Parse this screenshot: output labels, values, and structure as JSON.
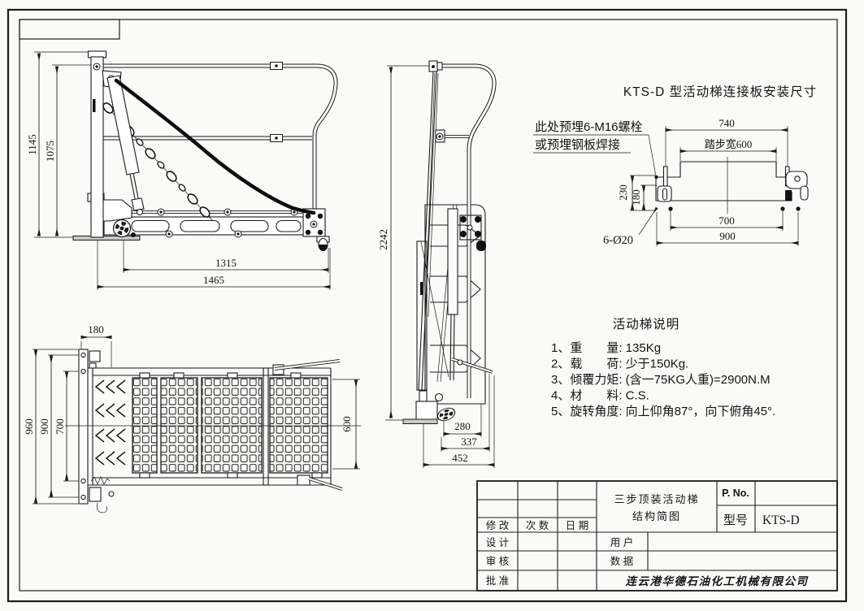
{
  "colors": {
    "line": "#1b1b1b",
    "paper": "#fafaf8"
  },
  "detail_view": {
    "title": "KTS-D 型活动梯连接板安装尺寸",
    "note_line1": "此处预埋6-M16螺栓",
    "note_line2": "或预埋钢板焊接",
    "dim_740": "740",
    "dim_step_width": "踏步宽600",
    "dim_230": "230",
    "dim_180": "180",
    "dim_700": "700",
    "dim_900": "900",
    "dim_holes": "6-Ø20"
  },
  "side_view": {
    "dim_1145": "1145",
    "dim_1075": "1075",
    "dim_1315": "1315",
    "dim_1465": "1465"
  },
  "folded_view": {
    "dim_2242": "2242",
    "dim_280": "280",
    "dim_337": "337",
    "dim_452": "452"
  },
  "top_view": {
    "dim_180": "180",
    "dim_960": "960",
    "dim_900": "900",
    "dim_700": "700",
    "dim_600": "600"
  },
  "specs": {
    "title": "活动梯说明",
    "item1": "1、重　　量: 135Kg",
    "item2": "2、载　　荷: 少于150Kg.",
    "item3": "3、倾覆力矩: (含一75KG人重)=2900N.M",
    "item4": "4、材　　料: C.S.",
    "item5": "5、旋转角度: 向上仰角87°，向下俯角45°."
  },
  "title_block": {
    "modify_label": "修 改",
    "times_label": "次 数",
    "date_label": "日 期",
    "design_label": "设 计",
    "check_label": "审 核",
    "approve_label": "批 准",
    "drawing_title_line1": "三步顶装活动梯",
    "drawing_title_line2": "结构简图",
    "pno_label": "P. No.",
    "model_label": "型号",
    "model_value": "KTS-D",
    "user_label": "用 户",
    "data_label": "数 据",
    "company": "连云港华德石油化工机械有限公司"
  }
}
